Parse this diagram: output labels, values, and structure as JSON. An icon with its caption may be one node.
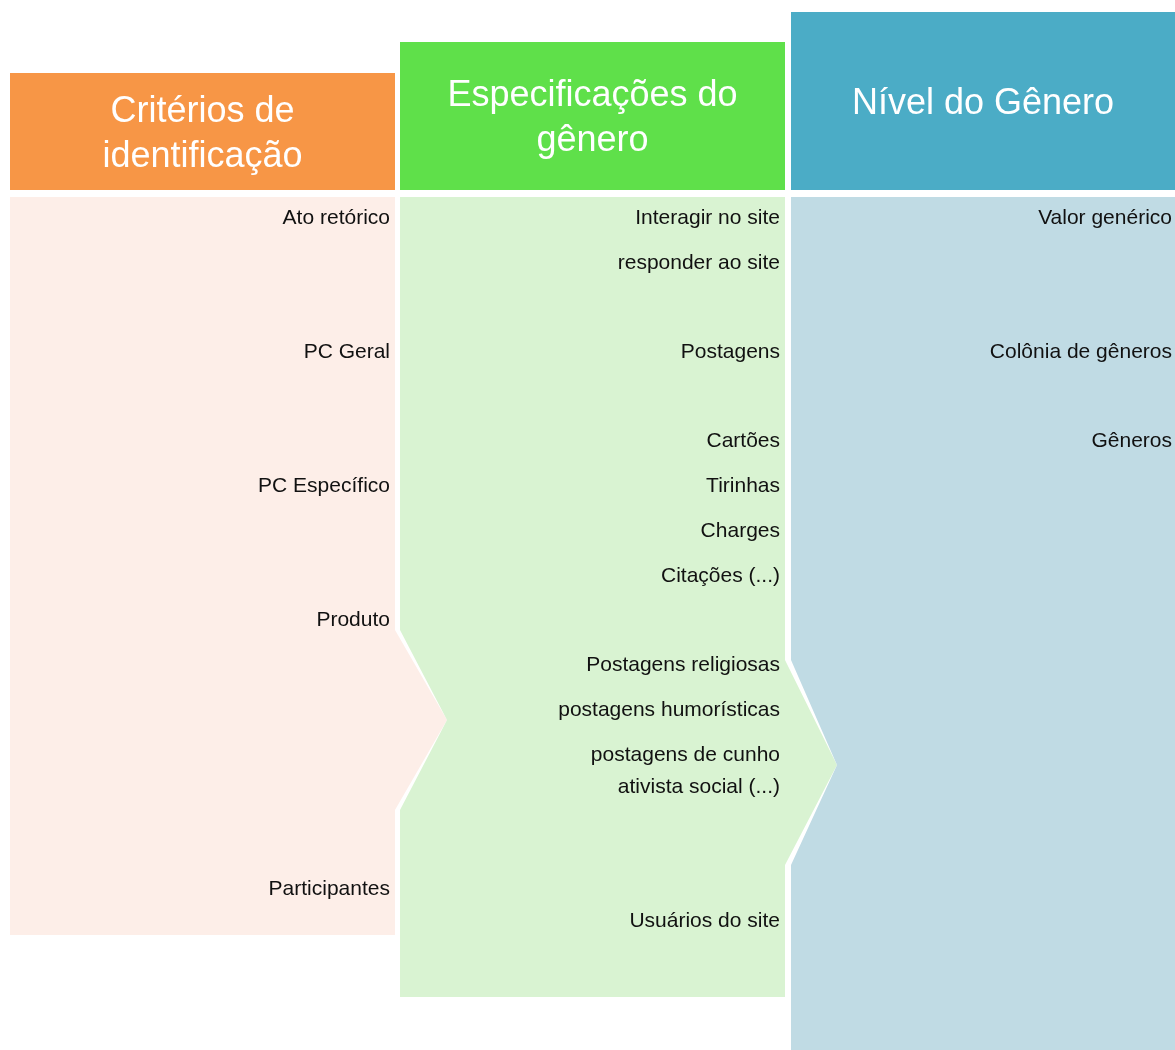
{
  "diagram": {
    "nodes": [
      {
        "text": [
          "Critérios de identificação"
        ]
      },
      {
        "text": [
          "Especificações do gênero"
        ]
      },
      {
        "text": [
          "Nível do Gênero"
        ]
      },
      {
        "text": [
          "Ato retórico",
          "PC Geral",
          "PC Específico",
          "Produto",
          "Participantes"
        ]
      },
      {
        "text": [
          "Interagir no site",
          "responder ao site",
          "Postagens",
          "Cartões",
          "Tirinhas",
          "Charges",
          "Citações (...)",
          "Postagens religiosas",
          "postagens humorísticas",
          "postagens de cunho ativista social (...)",
          "Usuários do site"
        ]
      },
      {
        "text": [
          "Valor genérico",
          "Colônia de gêneros",
          "Gêneros"
        ]
      }
    ]
  }
}
